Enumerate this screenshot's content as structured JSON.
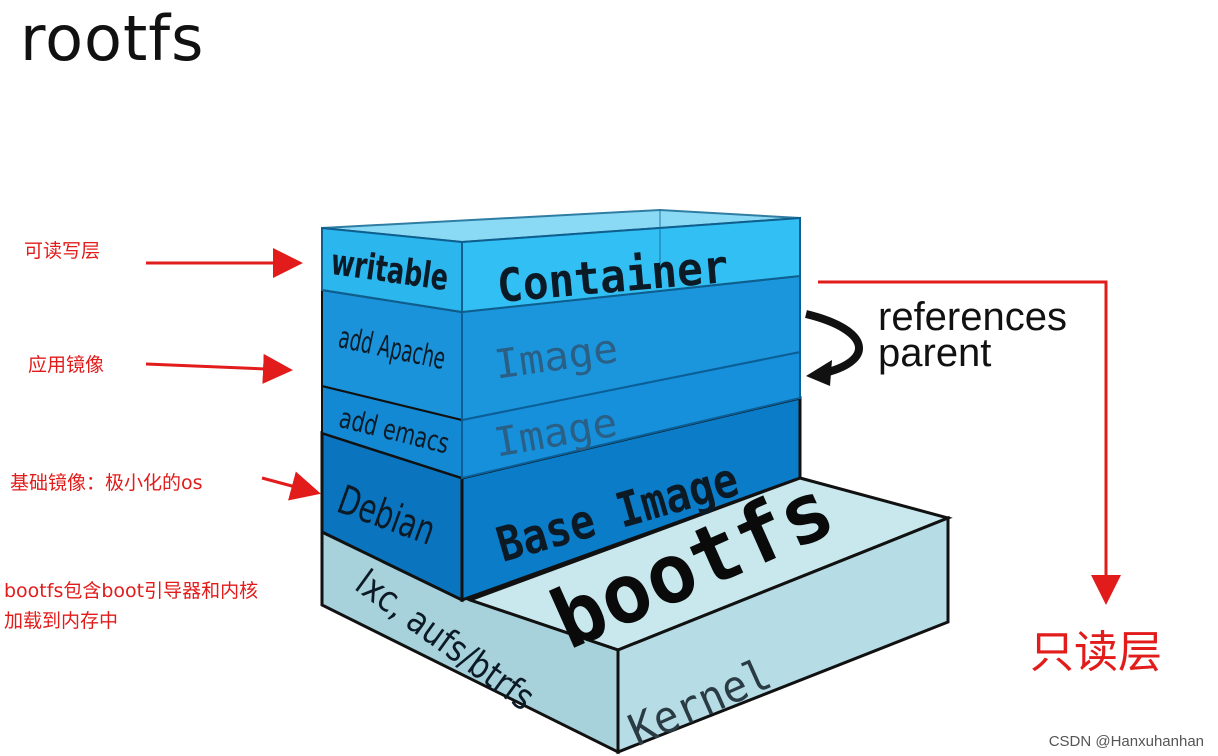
{
  "title": "rootfs",
  "annotations": {
    "writable": "可读写层",
    "image": "应用镜像",
    "base": "基础镜像：极小化的os",
    "bootfs_line1": "bootfs包含boot引导器和内核",
    "bootfs_line2": "加载到内存中",
    "readonly": "只读层"
  },
  "layers": {
    "container_side": "writable",
    "container_front": "Container",
    "apache_side": "add Apache",
    "apache_front": "Image",
    "emacs_side": "add emacs",
    "emacs_front": "Image",
    "debian_side": "Debian",
    "debian_front": "Base Image",
    "bootfs_side": "lxc, aufs/btrfs",
    "bootfs_top": "bootfs",
    "kernel_front": "Kernel"
  },
  "references": {
    "line1": "references",
    "line2": "parent"
  },
  "watermark": "CSDN @Hanxuhanhan",
  "colors": {
    "annotation_red": "#e21b1b",
    "container_blue": "#22b3ee",
    "image_blue": "#0f88d2",
    "base_blue": "#0b78c6",
    "bootfs_light": "#bfe3ea",
    "bootfs_side": "#a9d4de"
  }
}
